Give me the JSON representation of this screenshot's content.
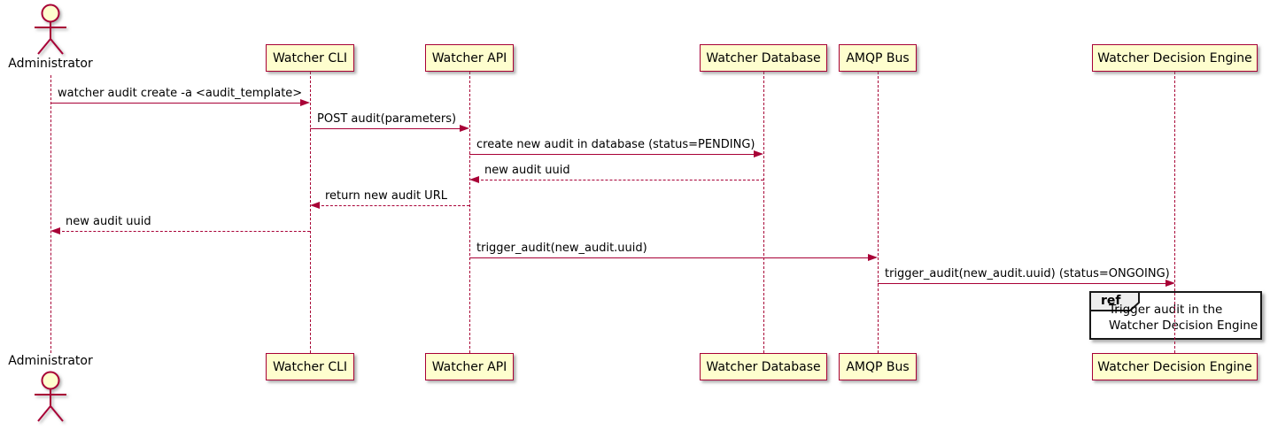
{
  "diagram": {
    "type": "sequence-diagram",
    "participants": [
      {
        "id": "administrator",
        "label": "Administrator",
        "kind": "actor"
      },
      {
        "id": "watcher-cli",
        "label": "Watcher CLI",
        "kind": "participant"
      },
      {
        "id": "watcher-api",
        "label": "Watcher API",
        "kind": "participant"
      },
      {
        "id": "watcher-database",
        "label": "Watcher Database",
        "kind": "participant"
      },
      {
        "id": "amqp-bus",
        "label": "AMQP Bus",
        "kind": "participant"
      },
      {
        "id": "watcher-decision-engine",
        "label": "Watcher Decision Engine",
        "kind": "participant"
      }
    ],
    "messages": [
      {
        "from": "administrator",
        "to": "watcher-cli",
        "label": "watcher audit create -a <audit_template>",
        "line": "solid"
      },
      {
        "from": "watcher-cli",
        "to": "watcher-api",
        "label": "POST audit(parameters)",
        "line": "solid"
      },
      {
        "from": "watcher-api",
        "to": "watcher-database",
        "label": "create new audit in database (status=PENDING)",
        "line": "solid"
      },
      {
        "from": "watcher-database",
        "to": "watcher-api",
        "label": "new audit uuid",
        "line": "dashed"
      },
      {
        "from": "watcher-api",
        "to": "watcher-cli",
        "label": "return new audit URL",
        "line": "dashed"
      },
      {
        "from": "watcher-cli",
        "to": "administrator",
        "label": "new audit uuid",
        "line": "dashed"
      },
      {
        "from": "watcher-api",
        "to": "amqp-bus",
        "label": "trigger_audit(new_audit.uuid)",
        "line": "solid"
      },
      {
        "from": "amqp-bus",
        "to": "watcher-decision-engine",
        "label": "trigger_audit(new_audit.uuid) (status=ONGOING)",
        "line": "solid"
      }
    ],
    "ref": {
      "keyword": "ref",
      "lines": [
        "Trigger audit in the",
        "Watcher Decision Engine"
      ],
      "over": "watcher-decision-engine"
    },
    "colors": {
      "accent": "#A80036",
      "participant_fill": "#FEFECE",
      "ref_tab_fill": "#EEEEEE",
      "ref_border": "#181818",
      "text": "#000000"
    }
  }
}
